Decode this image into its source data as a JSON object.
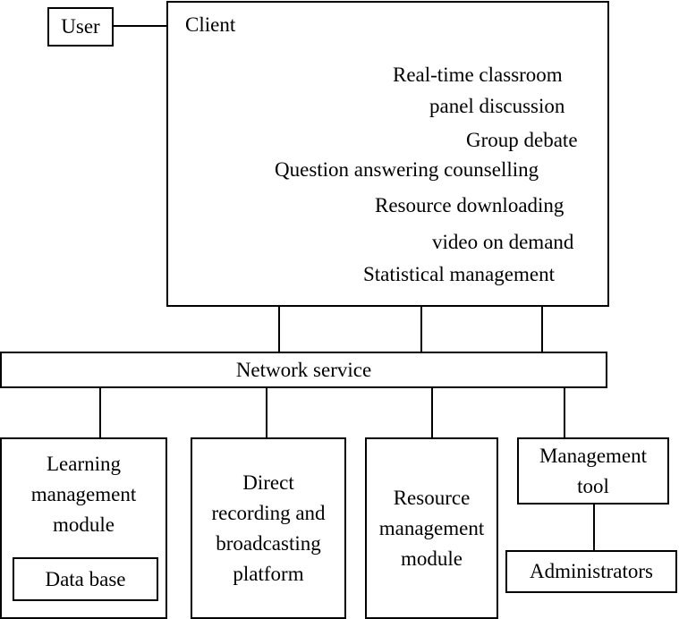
{
  "user": {
    "label": "User"
  },
  "client": {
    "title": "Client",
    "features": [
      "Real-time classroom",
      "panel discussion",
      "Group debate",
      "Question answering counselling",
      "Resource downloading",
      "video on demand",
      "Statistical management"
    ]
  },
  "network": {
    "label": "Network service"
  },
  "modules": {
    "learning": {
      "lines": [
        "Learning",
        "management",
        "module"
      ],
      "database": "Data base"
    },
    "broadcast": {
      "lines": [
        "Direct",
        "recording and",
        "broadcasting",
        "platform"
      ]
    },
    "resource": {
      "lines": [
        "Resource",
        "management",
        "module"
      ]
    },
    "management_tool": {
      "lines": [
        "Management",
        "tool"
      ]
    },
    "administrators": {
      "label": "Administrators"
    }
  }
}
